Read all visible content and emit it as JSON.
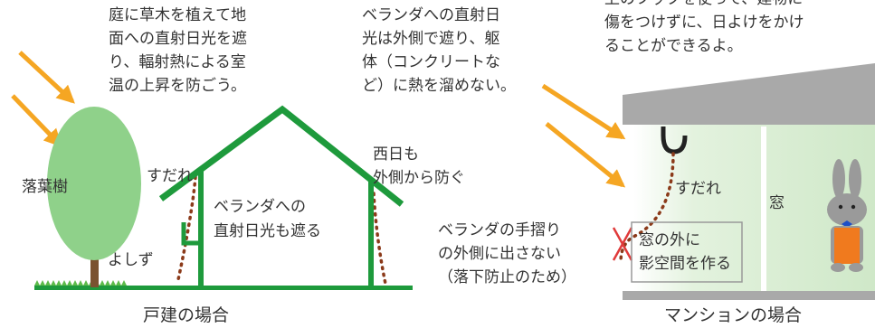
{
  "left": {
    "note_lines": [
      "庭に草木を植えて地",
      "面への直射日光を遮",
      "り、輻射熱による室",
      "温の上昇を防ごう。"
    ],
    "tree_label": "落葉樹",
    "sudare_label": "すだれ",
    "yoshizu_label": "よしず",
    "veranda_lines": [
      "ベランダへの",
      "直射日光も遮る"
    ],
    "west_lines": [
      "西日も",
      "外側から防ぐ"
    ],
    "caption": "戸建の場合"
  },
  "right": {
    "note_lines": [
      "ベランダへの直射日",
      "光は外側で遮り、躯",
      "体（コンクリートな",
      "ど）に熱を溜めない。"
    ],
    "top_lines": [
      "上のフックを使って、建物に",
      "傷をつけずに、日よけをかけ",
      "ることができるよ。"
    ],
    "sudare_label": "すだれ",
    "window_label": "窓",
    "rail_lines": [
      "ベランダの手摺り",
      "の外側に出さない",
      "（落下防止のため）"
    ],
    "shade_lines": [
      "窓の外に",
      "影空間を作る"
    ],
    "caption": "マンションの場合"
  },
  "colors": {
    "arrow": "#F5A623",
    "house_green": "#1E9A3C",
    "tree_green": "#8FD18A",
    "trunk": "#7A5230",
    "dotted": "#8B3A1A",
    "ceiling": "#A9A9A9",
    "wall": "#D9EDD3",
    "cross": "#E03A3A",
    "rabbit_apron": "#F07A1E"
  }
}
